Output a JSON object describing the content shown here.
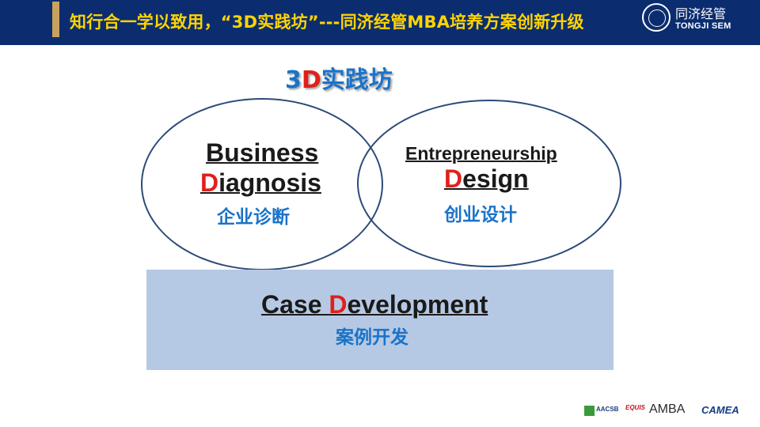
{
  "header": {
    "title": "知行合一学以致用，“3D实践坊”---同济经管MBA培养方案创新升级",
    "logo_cn": "同济经管",
    "logo_en": "TONGJI SEM"
  },
  "main_title": {
    "prefix": "3",
    "d": "D",
    "suffix": "实践坊"
  },
  "circles": {
    "business_diagnosis": {
      "line1": "Business",
      "line2_d": "D",
      "line2_rest": "iagnosis",
      "cn": "企业诊断"
    },
    "entrepreneurship_design": {
      "line1": "Entrepreneurship",
      "line2_d": "D",
      "line2_rest": "esign",
      "cn": "创业设计"
    }
  },
  "case_box": {
    "prefix": "Case ",
    "d": "D",
    "rest": "evelopment",
    "cn": "案例开发"
  },
  "footer_logos": {
    "aacsb": "AACSB",
    "equis": "EQUIS",
    "amba": "AMBA",
    "camea": "CAMEA"
  },
  "colors": {
    "header_bg": "#0b2d6f",
    "header_title": "#ffd400",
    "accent_red": "#e0201b",
    "accent_blue": "#1a73c9",
    "circle_border": "#2c4a78",
    "case_box_bg": "#b6c9e4"
  }
}
